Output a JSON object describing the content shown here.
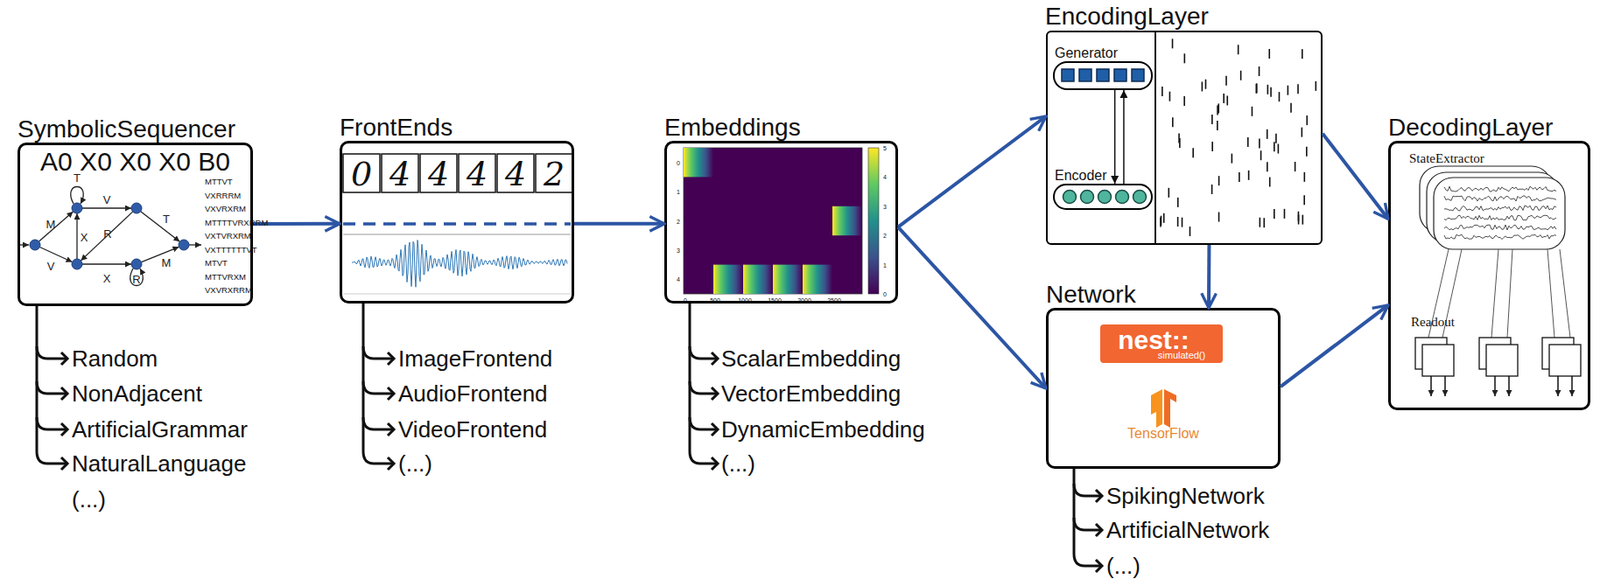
{
  "diagram": {
    "nodes": [
      {
        "text": [
          "SymbolicSequencer",
          "A0 X0 X0 X0 B0"
        ]
      },
      {
        "text": [
          "FrontEnds"
        ]
      },
      {
        "text": [
          "Embeddings"
        ]
      },
      {
        "text": [
          "EncodingLayer"
        ]
      },
      {
        "text": [
          "Generator"
        ],
        "in": 3
      },
      {
        "text": [
          "Encoder"
        ],
        "in": 3
      },
      {
        "text": [
          "Network"
        ]
      },
      {
        "text": [
          "DecodingLayer"
        ]
      }
    ],
    "edges": [
      {
        "from": 0,
        "to": 1,
        "arrow": "to"
      },
      {
        "from": 1,
        "to": 2,
        "arrow": "to"
      },
      {
        "from": 2,
        "to": 3,
        "arrow": "to"
      },
      {
        "from": 2,
        "to": 6,
        "arrow": "to"
      },
      {
        "from": 3,
        "to": 6,
        "arrow": "to"
      },
      {
        "from": 3,
        "to": 7,
        "arrow": "to"
      },
      {
        "from": 6,
        "to": 7,
        "arrow": "to"
      },
      {
        "from": 4,
        "to": 5,
        "arrow": "to"
      },
      {
        "from": 5,
        "to": 4,
        "arrow": "to"
      }
    ],
    "labels": [
      "T",
      "M",
      "V",
      "V",
      "X",
      "R",
      "T",
      "X",
      "M",
      "R",
      "MTTVT",
      "VXRRRM",
      "VXVRXRM",
      "MTTTTVRXRRM",
      "VXTVRXRM",
      "VXTTTTTTVT",
      "MTVT",
      "MTTVRXM",
      "VXVRXRRM",
      "Random",
      "NonAdjacent",
      "ArtificialGrammar",
      "NaturalLanguage",
      "(...)",
      "0",
      "4",
      "4",
      "4",
      "4",
      "2",
      "ImageFrontend",
      "AudioFrontend",
      "VideoFrontend",
      "(...)",
      "0",
      "1",
      "2",
      "3",
      "4",
      "0",
      "500",
      "1000",
      "1500",
      "2000",
      "2500",
      "0",
      "1",
      "2",
      "3",
      "4",
      "5",
      "ScalarEmbedding",
      "VectorEmbedding",
      "DynamicEmbedding",
      "(...)",
      "nest::",
      "simulated()",
      "TensorFlow",
      "SpikingNetwork",
      "ArtificialNetwork",
      "(...)",
      "StateExtractor",
      "Readout"
    ]
  }
}
